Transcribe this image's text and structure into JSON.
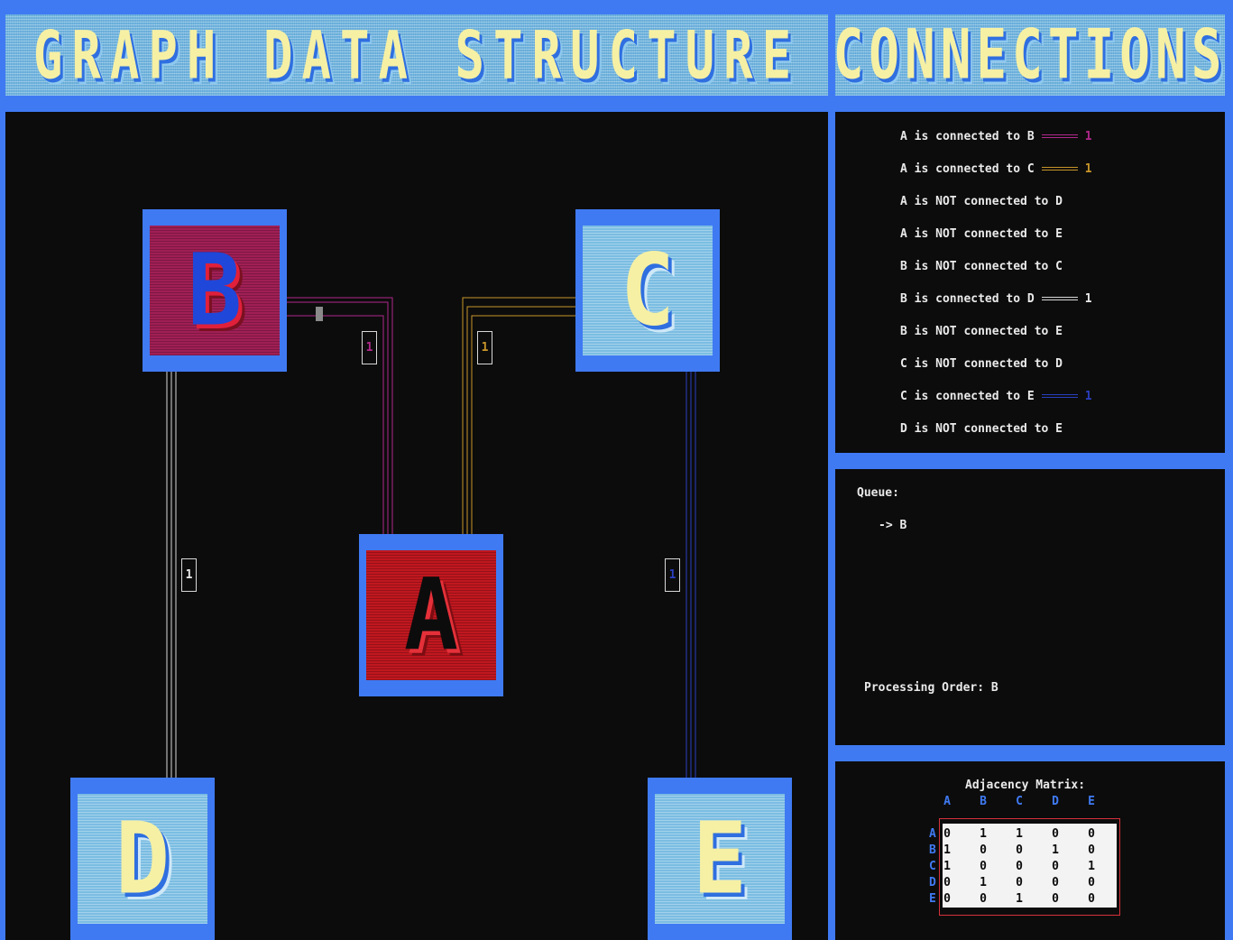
{
  "header": {
    "graph_title": "Graph Data Structure",
    "connections_title": "Connections"
  },
  "colors": {
    "frame": "#3f7af3",
    "panel": "#0c0c0c",
    "edge_ab": "#b0288c",
    "edge_ac": "#c8962a",
    "edge_bd": "#d8d8d8",
    "edge_ce": "#2a3fc0"
  },
  "nodes": [
    {
      "id": "B",
      "label": "B",
      "style": "pink"
    },
    {
      "id": "C",
      "label": "C",
      "style": "blue"
    },
    {
      "id": "A",
      "label": "A",
      "style": "red"
    },
    {
      "id": "D",
      "label": "D",
      "style": "blue"
    },
    {
      "id": "E",
      "label": "E",
      "style": "blue"
    }
  ],
  "edges": [
    {
      "from": "A",
      "to": "B",
      "weight": "1",
      "color": "#b0288c"
    },
    {
      "from": "A",
      "to": "C",
      "weight": "1",
      "color": "#c8962a"
    },
    {
      "from": "B",
      "to": "D",
      "weight": "1",
      "color": "#d8d8d8"
    },
    {
      "from": "C",
      "to": "E",
      "weight": "1",
      "color": "#2a3fc0"
    }
  ],
  "connections": [
    {
      "text": "A is connected to B",
      "weight": "1",
      "color": "#b0288c"
    },
    {
      "text": "A is connected to C",
      "weight": "1",
      "color": "#c8962a"
    },
    {
      "text": "A is NOT connected to D"
    },
    {
      "text": "A is NOT connected to E"
    },
    {
      "text": "B is NOT connected to C"
    },
    {
      "text": "B is connected to D",
      "weight": "1",
      "color": "#d8d8d8"
    },
    {
      "text": "B is NOT connected to E"
    },
    {
      "text": "C is NOT connected to D"
    },
    {
      "text": "C is connected to E",
      "weight": "1",
      "color": "#2a3fc0"
    },
    {
      "text": "D is NOT connected to E"
    }
  ],
  "queue": {
    "label": "Queue:",
    "items": [
      "-> B"
    ],
    "processing_order": "Processing Order: B"
  },
  "matrix": {
    "title": "Adjacency Matrix:",
    "headers": [
      "A",
      "B",
      "C",
      "D",
      "E"
    ],
    "rows": [
      {
        "label": "A",
        "values": [
          "0",
          "1",
          "1",
          "0",
          "0"
        ]
      },
      {
        "label": "B",
        "values": [
          "1",
          "0",
          "0",
          "1",
          "0"
        ]
      },
      {
        "label": "C",
        "values": [
          "1",
          "0",
          "0",
          "0",
          "1"
        ]
      },
      {
        "label": "D",
        "values": [
          "0",
          "1",
          "0",
          "0",
          "0"
        ]
      },
      {
        "label": "E",
        "values": [
          "0",
          "0",
          "1",
          "0",
          "0"
        ]
      }
    ]
  }
}
